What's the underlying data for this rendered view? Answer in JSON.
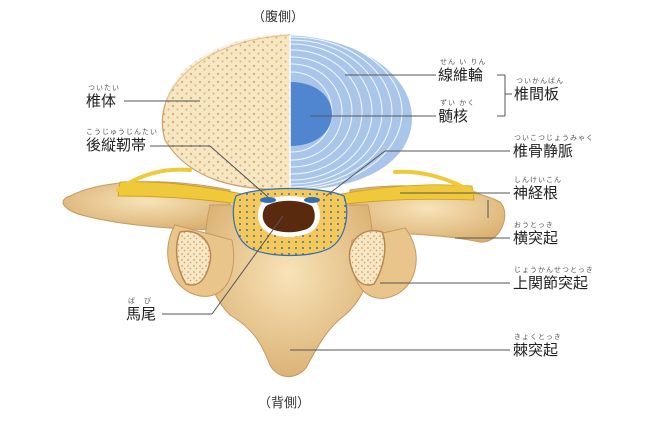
{
  "orientation": {
    "ventral": "（腹側）",
    "dorsal": "（背側）"
  },
  "labels": {
    "vertebral_body": {
      "text": "椎体",
      "ruby": "ついたい"
    },
    "posterior_ligament": {
      "text": "後縦靭帯",
      "ruby": "こうじゅうじんたい"
    },
    "cauda_equina": {
      "text": "馬尾",
      "ruby": "ば　び"
    },
    "annulus_fibrosus": {
      "text": "線維輪",
      "ruby": "せん い りん"
    },
    "nucleus_pulposus": {
      "text": "髄核",
      "ruby": "ずい かく"
    },
    "intervertebral_disc": {
      "text": "椎間板",
      "ruby": "ついかんばん"
    },
    "vertebral_vein": {
      "text": "椎骨静脈",
      "ruby": "ついこつじょうみゃく"
    },
    "nerve_root": {
      "text": "神経根",
      "ruby": "しんけいこん"
    },
    "transverse_process": {
      "text": "横突起",
      "ruby": "おうとっき"
    },
    "superior_articular": {
      "text": "上関節突起",
      "ruby": "じょうかんせつとっき"
    },
    "spinous_process": {
      "text": "棘突起",
      "ruby": "きょくとっき"
    }
  },
  "colors": {
    "bone": "#f2d7a6",
    "bone_shadow": "#d9b47a",
    "cancellous": "#f6e7c4",
    "disc_blue": "#a9c6ea",
    "disc_ring": "#ffffff",
    "nucleus": "#4f86cf",
    "nerve": "#f0c93a",
    "canal": "#5a2a0e",
    "vein": "#2f6fb7",
    "leader": "#555555"
  }
}
